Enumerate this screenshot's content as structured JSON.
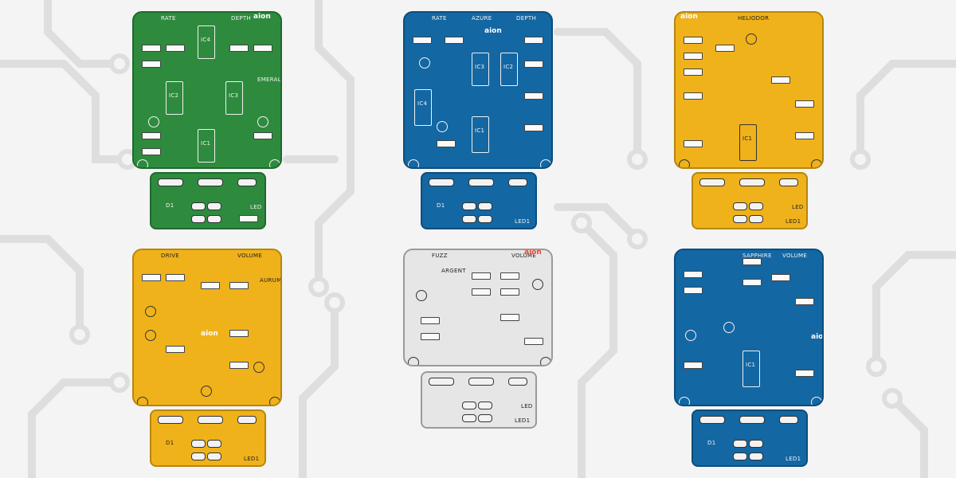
{
  "colors": {
    "green": "#2e8b3e",
    "blue": "#1367a3",
    "yellow": "#f0b21a",
    "silver": "#e6e6e6",
    "trace": "#dcdcdc"
  },
  "boards": [
    {
      "name": "EMERALD",
      "knobs": [
        "RATE",
        "DEPTH"
      ],
      "chips": [
        "IC4",
        "IC3",
        "IC2",
        "IC1"
      ],
      "logo": "aion"
    },
    {
      "name": "AZURE",
      "knobs": [
        "RATE",
        "DEPTH"
      ],
      "chips": [
        "IC4",
        "IC3",
        "IC2",
        "IC1"
      ],
      "logo": "aion"
    },
    {
      "name": "HELIODOR",
      "knobs": [],
      "chips": [
        "IC1"
      ],
      "logo": "aion"
    },
    {
      "name": "AURUM",
      "knobs": [
        "DRIVE",
        "VOLUME"
      ],
      "chips": [],
      "logo": "aion"
    },
    {
      "name": "ARGENT",
      "knobs": [
        "FUZZ",
        "VOLUME"
      ],
      "chips": [],
      "logo": "aion"
    },
    {
      "name": "SAPPHIRE",
      "knobs": [
        "",
        "VOLUME"
      ],
      "chips": [
        "IC1"
      ],
      "logo": "aion"
    }
  ],
  "footer": {
    "led": "LED",
    "d1": "D1",
    "led_ref": "LED1"
  }
}
